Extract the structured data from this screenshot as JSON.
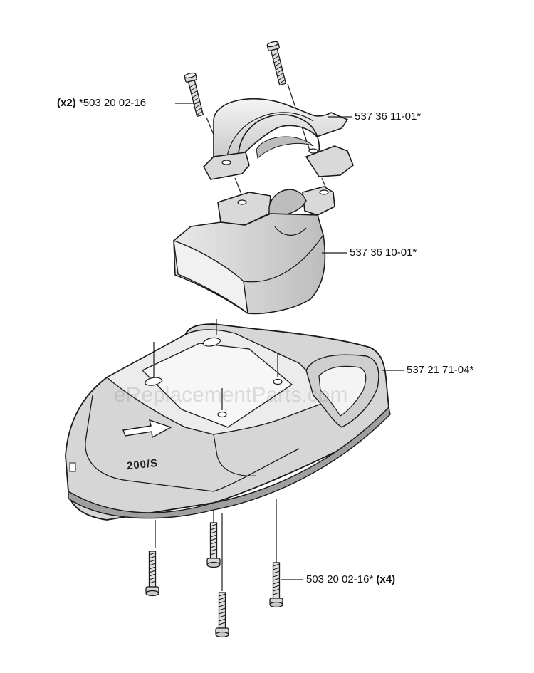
{
  "watermark": "eReplacementParts.com",
  "guard_marking": "200/S",
  "callouts": {
    "top_bolt": {
      "qty": "(x2)",
      "part": "*503 20 02-16"
    },
    "upper_clamp": {
      "part": "537 36 11-01*"
    },
    "lower_clamp": {
      "part": "537 36 10-01*"
    },
    "guard": {
      "part": "537 21 71-04*"
    },
    "bottom_bolts": {
      "part": "503 20 02-16*",
      "qty": "(x4)"
    }
  },
  "colors": {
    "line": "#1a1a1a",
    "shade_light": "#e6e6e6",
    "shade_mid": "#cfcfcf",
    "shade_dark": "#b5b5b5"
  }
}
